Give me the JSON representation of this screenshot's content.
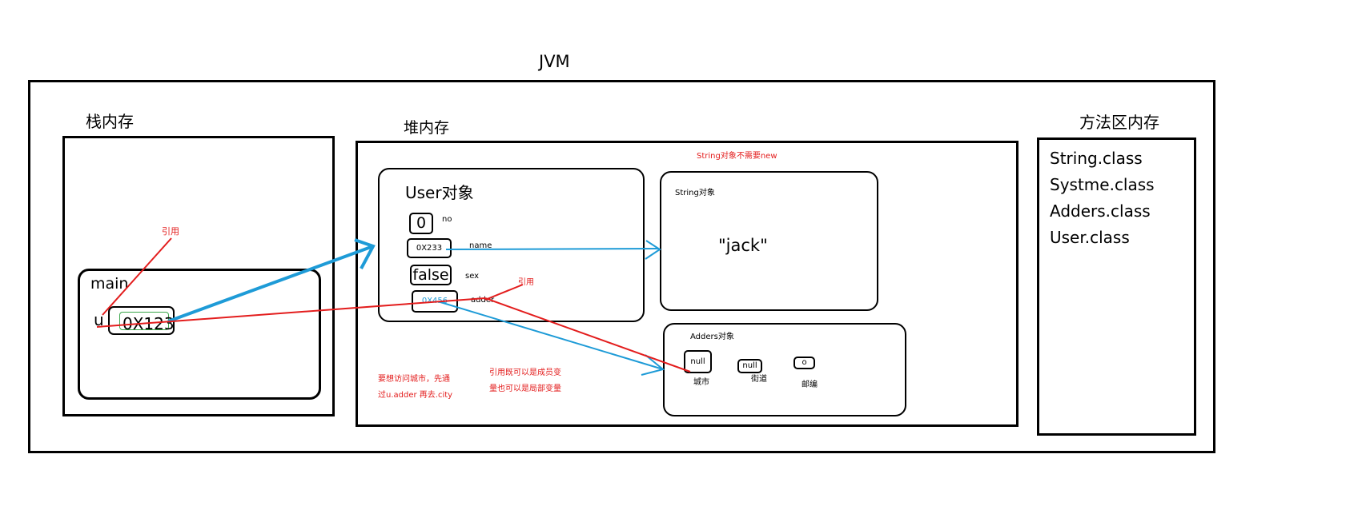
{
  "jvm": {
    "title": "JVM"
  },
  "stack": {
    "title": "栈内存",
    "main_frame": {
      "label": "main",
      "var_name": "u",
      "var_value": "0X123"
    },
    "ref_label": "引用"
  },
  "heap": {
    "title": "堆内存",
    "note_string": "String对象不需要new",
    "user_object": {
      "title": "User对象",
      "fields": [
        {
          "value": "0",
          "name": "no"
        },
        {
          "value": "0X233",
          "name": "name"
        },
        {
          "value": "false",
          "name": "sex"
        },
        {
          "value": "0X456",
          "name": "adder"
        }
      ],
      "ref_label": "引用"
    },
    "string_object": {
      "title": "String对象",
      "value": "\"jack\""
    },
    "adders_object": {
      "title": "Adders对象",
      "fields": [
        {
          "value": "null",
          "name": "城市"
        },
        {
          "value": "null",
          "name": "街道"
        },
        {
          "value": "o",
          "name": "邮编"
        }
      ]
    },
    "note_access": [
      "要想访问城市，先通",
      "过u.adder 再去.city"
    ],
    "note_reference": [
      "引用既可以是成员变",
      "量也可以是局部变量"
    ]
  },
  "method_area": {
    "title": "方法区内存",
    "classes": [
      "String.class",
      "Systme.class",
      "Adders.class",
      "User.class"
    ]
  },
  "colors": {
    "outline": "#000000",
    "arrow_blue": "#1e9bd7",
    "reference_red": "#e31d1d",
    "stack_value_green": "#3aa64a"
  }
}
